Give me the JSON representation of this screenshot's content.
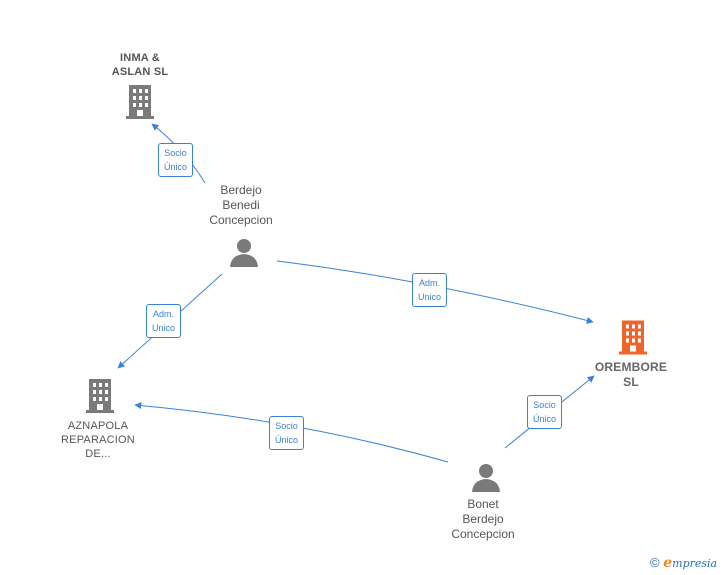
{
  "nodes": {
    "inma": {
      "lines": [
        "INMA &",
        "ASLAN SL"
      ],
      "kind": "company"
    },
    "berdejo": {
      "lines": [
        "Berdejo",
        "Benedi",
        "Concepcion"
      ],
      "kind": "person"
    },
    "aznapola": {
      "lines": [
        "AZNAPOLA",
        "REPARACION",
        "DE..."
      ],
      "kind": "company"
    },
    "orembore": {
      "lines": [
        "OREMBORE",
        "SL"
      ],
      "kind": "company-main"
    },
    "bonet": {
      "lines": [
        "Bonet",
        "Berdejo",
        "Concepcion"
      ],
      "kind": "person"
    }
  },
  "edges": [
    {
      "from": "Berdejo Benedi Concepcion",
      "to": "INMA & ASLAN SL",
      "lines": [
        "Socio",
        "Único"
      ]
    },
    {
      "from": "Berdejo Benedi Concepcion",
      "to": "AZNAPOLA REPARACION DE...",
      "lines": [
        "Adm.",
        "Unico"
      ]
    },
    {
      "from": "Berdejo Benedi Concepcion",
      "to": "OREMBORE SL",
      "lines": [
        "Adm.",
        "Unico"
      ]
    },
    {
      "from": "Bonet Berdejo Concepcion",
      "to": "AZNAPOLA REPARACION DE...",
      "lines": [
        "Socio",
        "Único"
      ]
    },
    {
      "from": "Bonet Berdejo Concepcion",
      "to": "OREMBORE SL",
      "lines": [
        "Socio",
        "Único"
      ]
    }
  ],
  "colors": {
    "company": "#7a7a7a",
    "main_company": "#f0642a",
    "person": "#7a7a7a",
    "edge": "#3a82d6",
    "footer_brand": "#2a6fc0",
    "footer_e": "#f08a1c"
  },
  "icons": {
    "company": "building-icon",
    "person": "person-icon",
    "copyright": "copyright-icon"
  },
  "footer": {
    "symbol": "©",
    "brand_initial": "e",
    "brand_rest": "mpresia"
  }
}
